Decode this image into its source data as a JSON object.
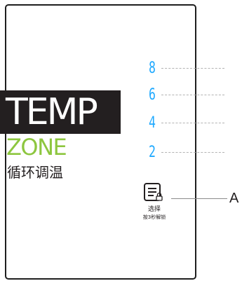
{
  "brand": {
    "temp": "TEMP",
    "zone": "ZONE",
    "subtitle_cn": "循环调温"
  },
  "levels": [
    "8",
    "6",
    "4",
    "2"
  ],
  "lock_button": {
    "icon": "menu-lock-icon",
    "caption_line1": "选择",
    "caption_line2": "按3秒解锁"
  },
  "callout": {
    "label": "A"
  },
  "colors": {
    "digit": "#1fa9ff",
    "zone": "#8dc63f",
    "temp_bg": "#231f20",
    "text": "#231f20"
  }
}
